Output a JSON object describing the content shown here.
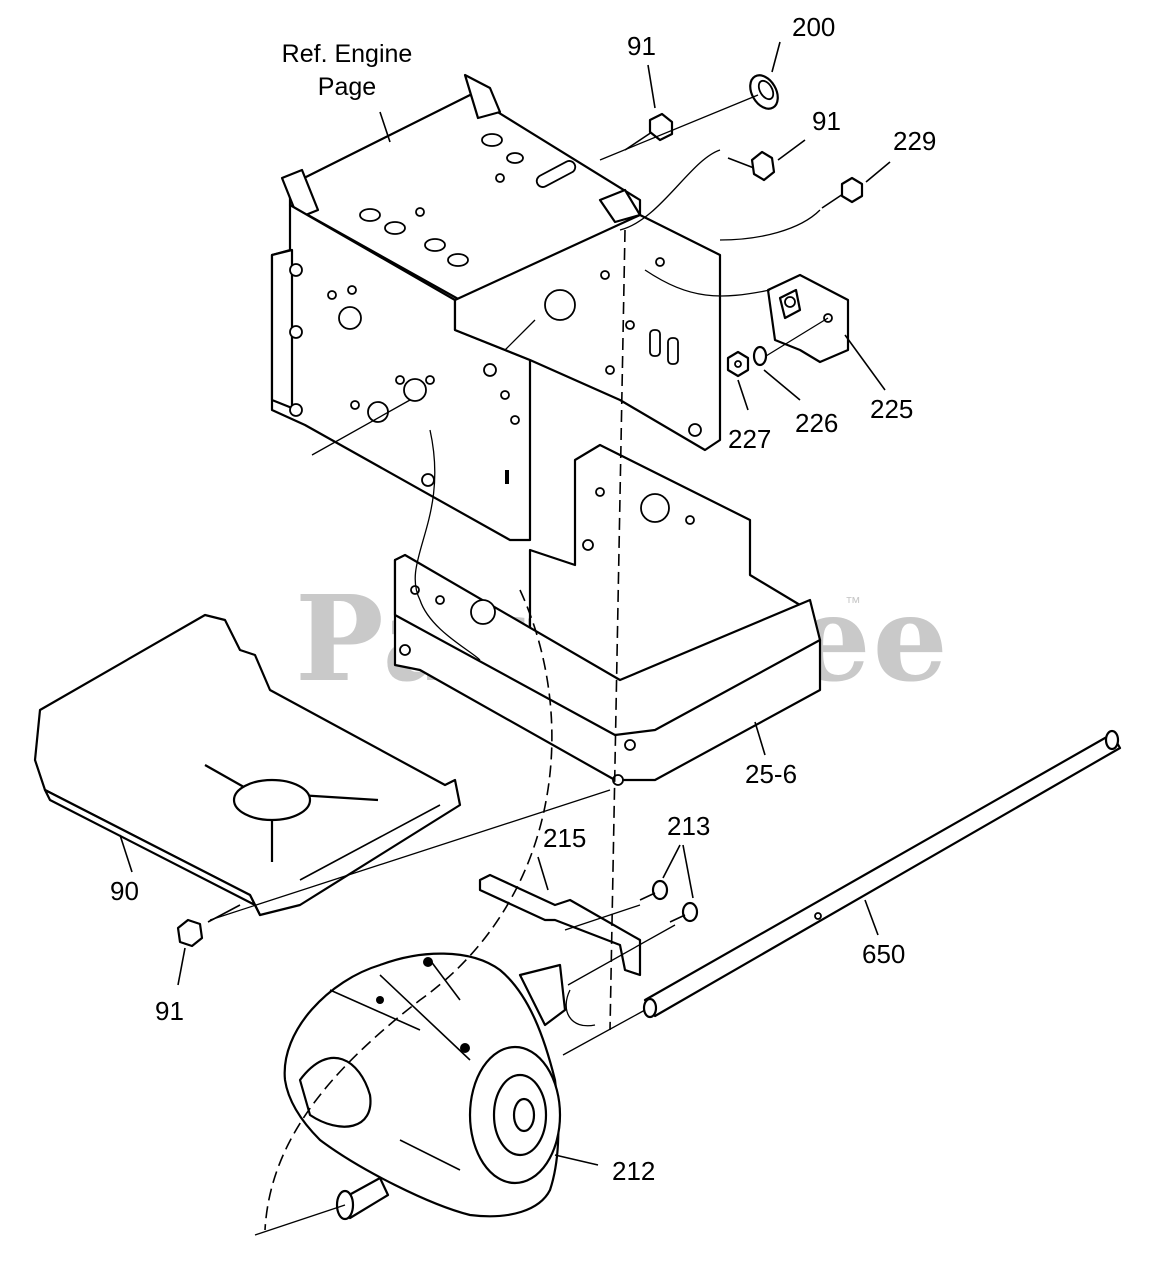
{
  "diagram": {
    "watermark": "PartsTree",
    "trademark": "™",
    "reference_note": {
      "line1": "Ref. Engine",
      "line2": "Page"
    },
    "callouts": {
      "p91_top": "91",
      "p200": "200",
      "p91_right": "91",
      "p229": "229",
      "p225": "225",
      "p226": "226",
      "p227": "227",
      "p25_6": "25-6",
      "p90": "90",
      "p91_bottom": "91",
      "p215": "215",
      "p213": "213",
      "p650": "650",
      "p212": "212"
    }
  }
}
